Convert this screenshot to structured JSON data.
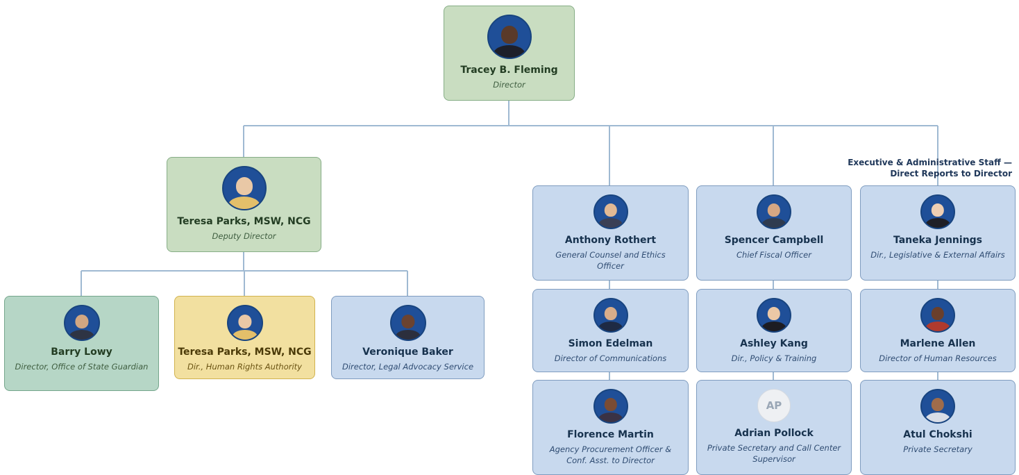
{
  "header_label": {
    "line1": "Executive & Administrative Staff —",
    "line2": "Direct Reports to Director"
  },
  "director": {
    "name": "Tracey B. Fleming",
    "title": "Director"
  },
  "deputy": {
    "name": "Teresa Parks, MSW, NCG",
    "title": "Deputy Director"
  },
  "deputy_reports": [
    {
      "name": "Barry Lowy",
      "title": "Director, Office of State Guardian"
    },
    {
      "name": "Teresa Parks, MSW, NCG",
      "title": "Dir., Human Rights Authority"
    },
    {
      "name": "Veronique Baker",
      "title": "Director, Legal Advocacy Service"
    }
  ],
  "exec_staff": [
    [
      {
        "name": "Anthony Rothert",
        "title": "General Counsel and Ethics Officer"
      },
      {
        "name": "Simon Edelman",
        "title": "Director of Communications"
      },
      {
        "name": "Florence Martin",
        "title": "Agency Procurement Officer & Conf. Asst. to Director"
      }
    ],
    [
      {
        "name": "Spencer Campbell",
        "title": "Chief Fiscal Officer"
      },
      {
        "name": "Ashley Kang",
        "title": "Dir., Policy & Training"
      },
      {
        "name": "Adrian Pollock",
        "title": "Private Secretary and Call Center Supervisor",
        "initials": "AP"
      }
    ],
    [
      {
        "name": "Taneka Jennings",
        "title": "Dir., Legislative & External Affairs"
      },
      {
        "name": "Marlene Allen",
        "title": "Director of Human Resources"
      },
      {
        "name": "Atul Chokshi",
        "title": "Private Secretary"
      }
    ]
  ],
  "colors": {
    "connector": "#9fb9d2",
    "director_fill": "#c9ddc1",
    "staff_fill": "#c8d9ee",
    "hra_fill": "#f2e0a0",
    "osg_fill": "#b6d6c6"
  }
}
